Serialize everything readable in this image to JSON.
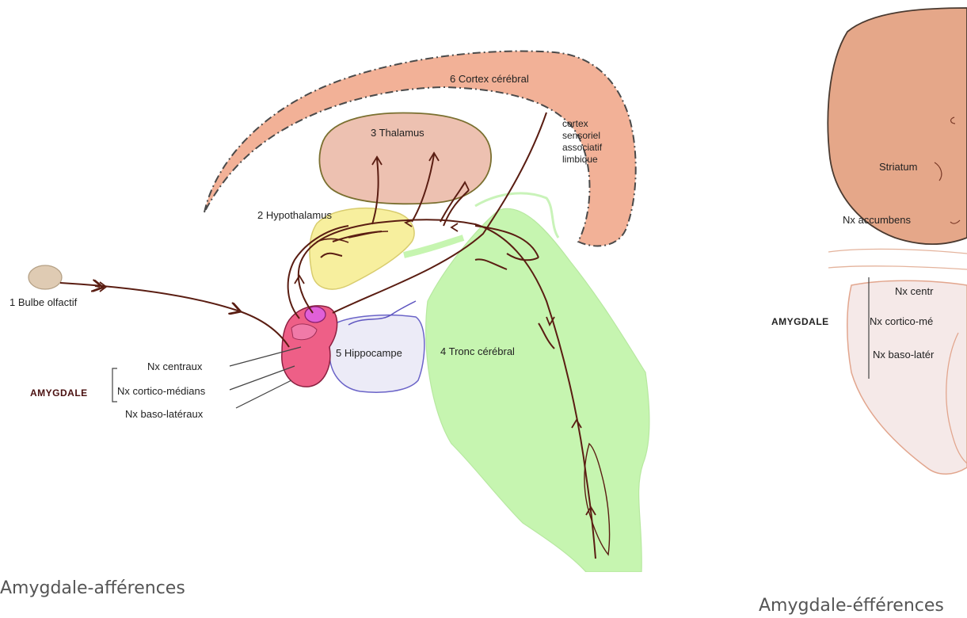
{
  "afferents": {
    "caption": "Amygdale-afférences",
    "labels": {
      "cortex": "6 Cortex cérébral",
      "cortex_sub1": "cortex",
      "cortex_sub2": "sensoriel",
      "cortex_sub3": "associatif",
      "cortex_sub4": "limbique",
      "thalamus": "3 Thalamus",
      "hypothalamus": "2 Hypothalamus",
      "bulbe": "1 Bulbe olfactif",
      "hippocampe": "5 Hippocampe",
      "tronc": "4 Tronc cérébral",
      "nx_centraux": "Nx centraux",
      "nx_cortico": "Nx cortico-médians",
      "nx_baso": "Nx baso-latéraux",
      "amygdale": "AMYGDALE"
    }
  },
  "efferents": {
    "caption": "Amygdale-éfférences",
    "labels": {
      "striatum": "Striatum",
      "accumbens": "Nx accumbens",
      "nx_centr": "Nx centr",
      "nx_cortico": "Nx cortico-mé",
      "nx_baso": "Nx baso-latér",
      "amygdale": "AMYGDALE"
    }
  },
  "colors": {
    "cortex": "#f2b197",
    "thalamus": "#edc1b1",
    "hypothalamus": "#f7ef9e",
    "bulbe": "#dfcbb3",
    "hippocampe": "#ecebf7",
    "tronc": "#c6f5b0",
    "amygdala_main": "#ee5f87",
    "amygdala_central": "#e060d8",
    "pathway": "#5a1d12",
    "amygdale_label": "#4a1010",
    "striatum": "#e5a789"
  }
}
